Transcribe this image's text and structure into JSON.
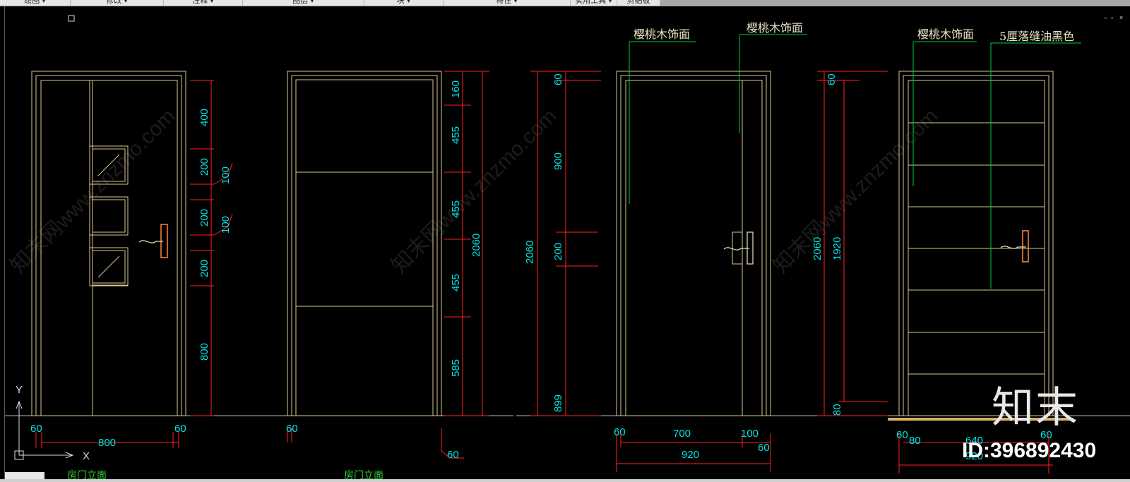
{
  "ribbon": {
    "items": [
      "绘图 ▾",
      "修改 ▾",
      "注释 ▾",
      "图层 ▾",
      "块 ▾",
      "特性 ▾",
      "实用工具 ▾",
      "剪贴板"
    ]
  },
  "window_controls": [
    "–",
    "▫",
    "×"
  ],
  "colors": {
    "dim_text": "#00e5e5",
    "dim_line": "#ff2020",
    "leader": "#00cc33",
    "outline": "#d8c890",
    "label": "#e8e4c0",
    "handle": "#ff8840",
    "floor": "#d8b060"
  },
  "drawing": {
    "labels": {
      "l1": "樱桃木饰面",
      "l2": "樱桃木饰面",
      "l3": "樱桃木饰面",
      "l4": "5厘落缝油黑色"
    },
    "dims": {
      "d1_400": "400",
      "d1_200a": "200",
      "d1_100a": "100",
      "d1_200b": "200",
      "d1_100b": "100",
      "d1_200c": "200",
      "d1_800": "800",
      "d1_60l": "60",
      "d1_800w": "800",
      "d1_60r": "60",
      "d2_160": "160",
      "d2_455a": "455",
      "d2_455b": "455",
      "d2_455c": "455",
      "d2_585": "585",
      "d2_2060": "2060",
      "d2_60l": "60",
      "d2_60r": "60",
      "d3_60": "60",
      "d3_900": "900",
      "d3_200": "200",
      "d3_899": "899",
      "d3_2060": "2060",
      "d3_60l": "60",
      "d3_700": "700",
      "d3_100": "100",
      "d3_60b": "60",
      "d3_920": "920",
      "d4_60": "60",
      "d4_1920": "1920",
      "d4_2060": "2060",
      "d4_80": "80",
      "d4_60l": "60",
      "d4_80b": "80",
      "d4_640": "640",
      "d4_60r": "60",
      "d4_920": "920"
    },
    "ucs": {
      "y": "Y",
      "x": "X"
    },
    "titles": {
      "t1": "房门立面",
      "t2": "房门立面"
    }
  },
  "watermark": {
    "logo": "知末",
    "id": "ID:396892430",
    "diagonal": "知末网www.znzmo.com"
  }
}
